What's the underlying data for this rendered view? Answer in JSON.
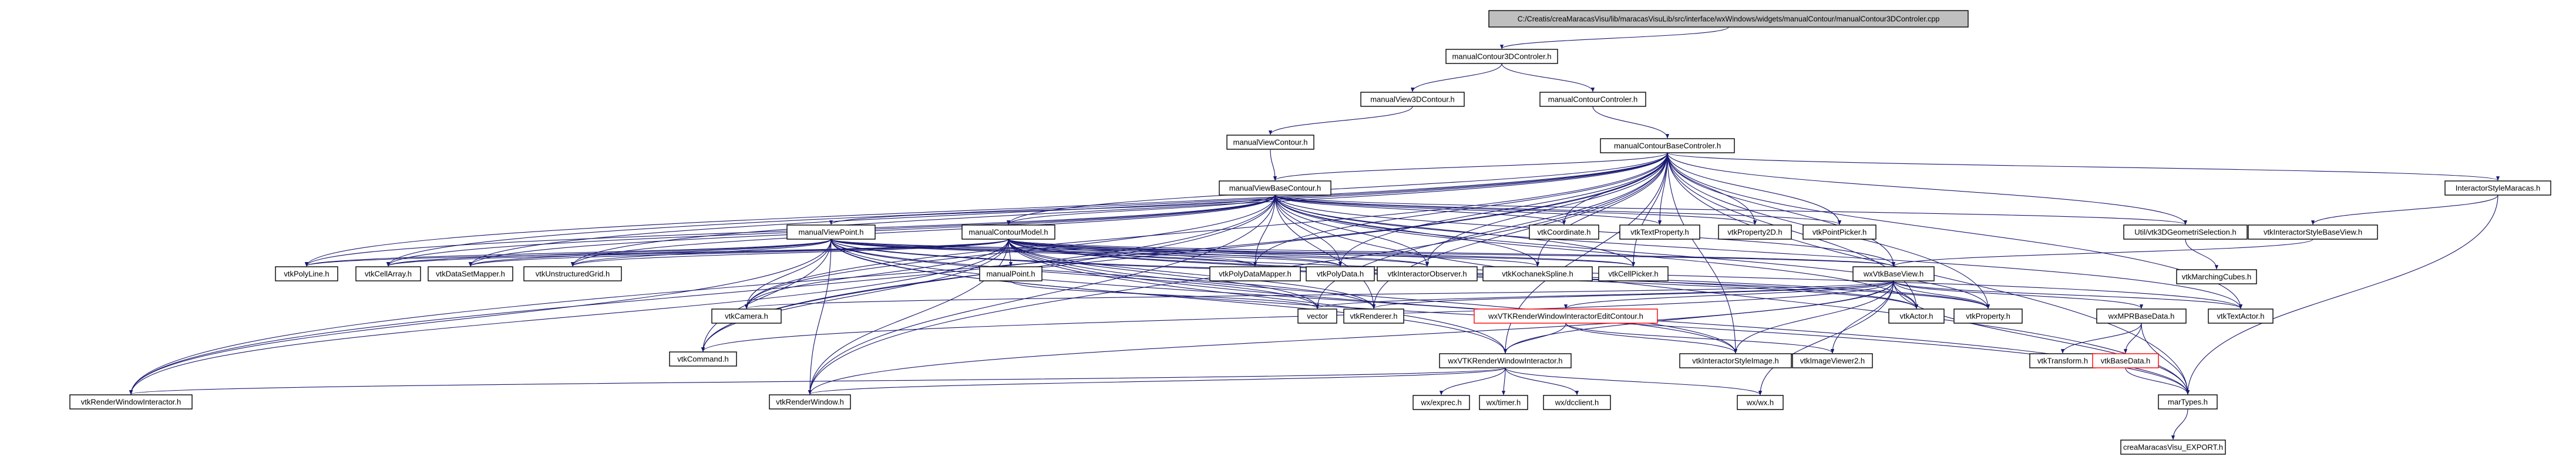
{
  "graph": {
    "root": "C:/Creatis/creaMaracasVisu/lib/maracasVisuLib/src/interface/wxWindows/widgets/manualContour/manualContour3DControler.cpp",
    "nodes": [
      {
        "id": "root",
        "label": "C:/Creatis/creaMaracasVisu/lib/maracasVisuLib/src/interface/wxWindows/widgets/manualContour/manualContour3DControler.cpp",
        "style": "root"
      },
      {
        "id": "mc3dc",
        "label": "manualContour3DControler.h"
      },
      {
        "id": "mv3dc",
        "label": "manualView3DContour.h"
      },
      {
        "id": "mcc",
        "label": "manualContourControler.h"
      },
      {
        "id": "mvc",
        "label": "manualViewContour.h"
      },
      {
        "id": "mcbc",
        "label": "manualContourBaseControler.h"
      },
      {
        "id": "ism",
        "label": "InteractorStyleMaracas.h"
      },
      {
        "id": "mvbc",
        "label": "manualViewBaseContour.h"
      },
      {
        "id": "mvp",
        "label": "manualViewPoint.h"
      },
      {
        "id": "mcm",
        "label": "manualContourModel.h"
      },
      {
        "id": "vcoord",
        "label": "vtkCoordinate.h"
      },
      {
        "id": "vtextprop",
        "label": "vtkTextProperty.h"
      },
      {
        "id": "vprop2d",
        "label": "vtkProperty2D.h"
      },
      {
        "id": "vpointpicker",
        "label": "vtkPointPicker.h"
      },
      {
        "id": "util3d",
        "label": "Util/vtk3DGeometriSelection.h"
      },
      {
        "id": "visbv",
        "label": "vtkInteractorStyleBaseView.h"
      },
      {
        "id": "vmc",
        "label": "vtkMarchingCubes.h"
      },
      {
        "id": "vpolyline",
        "label": "vtkPolyLine.h"
      },
      {
        "id": "vcellarray",
        "label": "vtkCellArray.h"
      },
      {
        "id": "vdsm",
        "label": "vtkDataSetMapper.h"
      },
      {
        "id": "vug",
        "label": "vtkUnstructuredGrid.h"
      },
      {
        "id": "mpoint",
        "label": "manualPoint.h"
      },
      {
        "id": "vpdm",
        "label": "vtkPolyDataMapper.h"
      },
      {
        "id": "vpd",
        "label": "vtkPolyData.h"
      },
      {
        "id": "vio",
        "label": "vtkInteractorObserver.h"
      },
      {
        "id": "vks",
        "label": "vtkKochanekSpline.h"
      },
      {
        "id": "vcellpicker",
        "label": "vtkCellPicker.h"
      },
      {
        "id": "wxvbv",
        "label": "wxVtkBaseView.h"
      },
      {
        "id": "vcamera",
        "label": "vtkCamera.h"
      },
      {
        "id": "vector",
        "label": "vector"
      },
      {
        "id": "vrenderer",
        "label": "vtkRenderer.h"
      },
      {
        "id": "wxvrwiec",
        "label": "wxVTKRenderWindowInteractorEditContour.h",
        "style": "red"
      },
      {
        "id": "vactor",
        "label": "vtkActor.h"
      },
      {
        "id": "vproperty",
        "label": "vtkProperty.h"
      },
      {
        "id": "wxmpr",
        "label": "wxMPRBaseData.h"
      },
      {
        "id": "vtextactor",
        "label": "vtkTextActor.h"
      },
      {
        "id": "vcommand",
        "label": "vtkCommand.h"
      },
      {
        "id": "wxvrwi",
        "label": "wxVTKRenderWindowInteractor.h"
      },
      {
        "id": "vismage",
        "label": "vtkInteractorStyleImage.h"
      },
      {
        "id": "viewer2",
        "label": "vtkImageViewer2.h"
      },
      {
        "id": "vtransform",
        "label": "vtkTransform.h"
      },
      {
        "id": "vbasedata",
        "label": "vtkBaseData.h",
        "style": "red"
      },
      {
        "id": "vrwi",
        "label": "vtkRenderWindowInteractor.h"
      },
      {
        "id": "vrw",
        "label": "vtkRenderWindow.h"
      },
      {
        "id": "wxexprec",
        "label": "wx/exprec.h"
      },
      {
        "id": "wxtimer",
        "label": "wx/timer.h"
      },
      {
        "id": "wxdcclient",
        "label": "wx/dcclient.h"
      },
      {
        "id": "wxwx",
        "label": "wx/wx.h"
      },
      {
        "id": "martypes",
        "label": "marTypes.h"
      },
      {
        "id": "cmexport",
        "label": "creaMaracasVisu_EXPORT.h"
      }
    ],
    "edges": [
      [
        "root",
        "mc3dc"
      ],
      [
        "mc3dc",
        "mv3dc"
      ],
      [
        "mc3dc",
        "mcc"
      ],
      [
        "mv3dc",
        "mvc"
      ],
      [
        "mcc",
        "mcbc"
      ],
      [
        "mvc",
        "mvbc"
      ],
      [
        "mcbc",
        "mvbc"
      ],
      [
        "mcbc",
        "mcm"
      ],
      [
        "mcbc",
        "ism"
      ],
      [
        "mcbc",
        "wxvbv"
      ],
      [
        "mcbc",
        "vcoord"
      ],
      [
        "mcbc",
        "vtextprop"
      ],
      [
        "mcbc",
        "vprop2d"
      ],
      [
        "mcbc",
        "vpointpicker"
      ],
      [
        "mcbc",
        "util3d"
      ],
      [
        "mcbc",
        "vpolyline"
      ],
      [
        "mcbc",
        "vcellarray"
      ],
      [
        "mcbc",
        "vdsm"
      ],
      [
        "mcbc",
        "vug"
      ],
      [
        "mcbc",
        "vpdm"
      ],
      [
        "mcbc",
        "vpd"
      ],
      [
        "mcbc",
        "vio"
      ],
      [
        "mcbc",
        "vks"
      ],
      [
        "mcbc",
        "vcellpicker"
      ],
      [
        "mcbc",
        "vcamera"
      ],
      [
        "mcbc",
        "vrenderer"
      ],
      [
        "mcbc",
        "vactor"
      ],
      [
        "mcbc",
        "vproperty"
      ],
      [
        "mcbc",
        "vtextactor"
      ],
      [
        "mcbc",
        "vcommand"
      ],
      [
        "mcbc",
        "vrwi"
      ],
      [
        "mcbc",
        "vrw"
      ],
      [
        "mcbc",
        "wxvrwi"
      ],
      [
        "mcbc",
        "vismage"
      ],
      [
        "mcbc",
        "martypes"
      ],
      [
        "mcbc",
        "vector"
      ],
      [
        "ism",
        "visbv"
      ],
      [
        "ism",
        "martypes"
      ],
      [
        "mvbc",
        "mvp"
      ],
      [
        "mvbc",
        "mcm"
      ],
      [
        "mvbc",
        "wxvbv"
      ],
      [
        "mvbc",
        "vcoord"
      ],
      [
        "mvbc",
        "vtextprop"
      ],
      [
        "mvbc",
        "vprop2d"
      ],
      [
        "mvbc",
        "vpointpicker"
      ],
      [
        "mvbc",
        "util3d"
      ],
      [
        "mvbc",
        "vpolyline"
      ],
      [
        "mvbc",
        "vcellarray"
      ],
      [
        "mvbc",
        "vdsm"
      ],
      [
        "mvbc",
        "vug"
      ],
      [
        "mvbc",
        "vpdm"
      ],
      [
        "mvbc",
        "vpd"
      ],
      [
        "mvbc",
        "vio"
      ],
      [
        "mvbc",
        "vks"
      ],
      [
        "mvbc",
        "vcellpicker"
      ],
      [
        "mvbc",
        "vcamera"
      ],
      [
        "mvbc",
        "vrenderer"
      ],
      [
        "mvbc",
        "vactor"
      ],
      [
        "mvbc",
        "vproperty"
      ],
      [
        "mvbc",
        "vtextactor"
      ],
      [
        "mvbc",
        "vcommand"
      ],
      [
        "mvbc",
        "vrwi"
      ],
      [
        "mvbc",
        "vrw"
      ],
      [
        "mvbc",
        "martypes"
      ],
      [
        "util3d",
        "vmc"
      ],
      [
        "visbv",
        "wxvbv"
      ],
      [
        "mvp",
        "vpolyline"
      ],
      [
        "mvp",
        "vcellarray"
      ],
      [
        "mvp",
        "vdsm"
      ],
      [
        "mvp",
        "vug"
      ],
      [
        "mvp",
        "vpdm"
      ],
      [
        "mvp",
        "vpd"
      ],
      [
        "mvp",
        "vio"
      ],
      [
        "mvp",
        "vcellpicker"
      ],
      [
        "mvp",
        "wxvbv"
      ],
      [
        "mvp",
        "vcamera"
      ],
      [
        "mvp",
        "vector"
      ],
      [
        "mvp",
        "vrenderer"
      ],
      [
        "mvp",
        "vcommand"
      ],
      [
        "mvp",
        "wxvrwi"
      ],
      [
        "mvp",
        "vrwi"
      ],
      [
        "mvp",
        "vrw"
      ],
      [
        "mvp",
        "vismage"
      ],
      [
        "mvp",
        "vactor"
      ],
      [
        "mvp",
        "vproperty"
      ],
      [
        "mvp",
        "martypes"
      ],
      [
        "mcm",
        "mpoint"
      ],
      [
        "mcm",
        "vpolyline"
      ],
      [
        "mcm",
        "vcellarray"
      ],
      [
        "mcm",
        "vdsm"
      ],
      [
        "mcm",
        "vug"
      ],
      [
        "mcm",
        "vpdm"
      ],
      [
        "mcm",
        "vpd"
      ],
      [
        "mcm",
        "vio"
      ],
      [
        "mcm",
        "vks"
      ],
      [
        "mcm",
        "vcellpicker"
      ],
      [
        "mcm",
        "wxvbv"
      ],
      [
        "mcm",
        "vcamera"
      ],
      [
        "mcm",
        "vector"
      ],
      [
        "mcm",
        "vrenderer"
      ],
      [
        "mcm",
        "vcommand"
      ],
      [
        "mcm",
        "wxvrwi"
      ],
      [
        "mcm",
        "vrwi"
      ],
      [
        "mcm",
        "vrw"
      ],
      [
        "mcm",
        "vismage"
      ],
      [
        "mcm",
        "vactor"
      ],
      [
        "mcm",
        "vproperty"
      ],
      [
        "mcm",
        "vtextactor"
      ],
      [
        "mcm",
        "martypes"
      ],
      [
        "mpoint",
        "vector"
      ],
      [
        "wxvbv",
        "vector"
      ],
      [
        "wxvbv",
        "vrenderer"
      ],
      [
        "wxvbv",
        "wxvrwiec"
      ],
      [
        "wxvbv",
        "vactor"
      ],
      [
        "wxvbv",
        "vproperty"
      ],
      [
        "wxvbv",
        "wxmpr"
      ],
      [
        "wxvbv",
        "vtextactor"
      ],
      [
        "wxvbv",
        "vcommand"
      ],
      [
        "wxvbv",
        "wxvrwi"
      ],
      [
        "wxvbv",
        "vismage"
      ],
      [
        "wxvbv",
        "viewer2"
      ],
      [
        "wxvbv",
        "wxwx"
      ],
      [
        "wxvbv",
        "martypes"
      ],
      [
        "wxvbv",
        "vcamera"
      ],
      [
        "wxvbv",
        "vrw"
      ],
      [
        "wxvrwiec",
        "wxvrwi"
      ],
      [
        "wxvrwiec",
        "vismage"
      ],
      [
        "wxvrwiec",
        "viewer2"
      ],
      [
        "wxmpr",
        "vtransform"
      ],
      [
        "wxmpr",
        "vbasedata"
      ],
      [
        "wxmpr",
        "martypes"
      ],
      [
        "vbasedata",
        "martypes"
      ],
      [
        "wxvrwi",
        "wxexprec"
      ],
      [
        "wxvrwi",
        "wxtimer"
      ],
      [
        "wxvrwi",
        "wxdcclient"
      ],
      [
        "wxvrwi",
        "wxwx"
      ],
      [
        "wxvrwi",
        "vrwi"
      ],
      [
        "wxvrwi",
        "vrw"
      ],
      [
        "martypes",
        "cmexport"
      ]
    ]
  }
}
